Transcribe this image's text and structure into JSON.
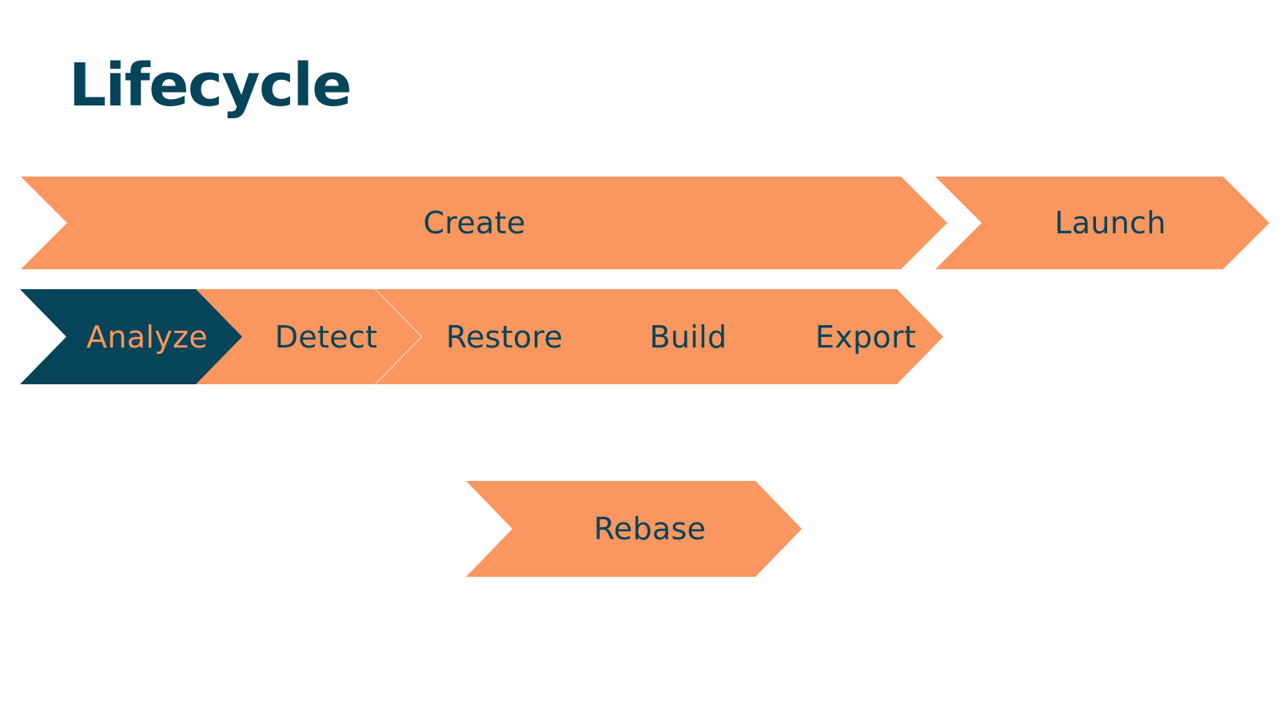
{
  "page": {
    "title": "Lifecycle",
    "background": "#FFFFFF"
  },
  "colors": {
    "accent_orange": "#FA965F",
    "dark_teal": "#064459",
    "white": "#FFFFFF"
  },
  "diagram": {
    "type": "chevron-process-flow",
    "rows": [
      {
        "name": "phases",
        "stages": [
          {
            "label": "Create",
            "fill": "#FA965F",
            "text_color": "#064459",
            "active": false
          },
          {
            "label": "Launch",
            "fill": "#FA965F",
            "text_color": "#064459",
            "active": false
          }
        ]
      },
      {
        "name": "create-sub-steps",
        "stages": [
          {
            "label": "Analyze",
            "fill": "#064459",
            "text_color": "#FA965F",
            "active": true
          },
          {
            "label": "Detect",
            "fill": "#FA965F",
            "text_color": "#064459",
            "active": false
          },
          {
            "label": "Restore",
            "fill": "#FA965F",
            "text_color": "#064459",
            "active": false
          },
          {
            "label": "Build",
            "fill": "#FA965F",
            "text_color": "#064459",
            "active": false
          },
          {
            "label": "Export",
            "fill": "#FA965F",
            "text_color": "#064459",
            "active": false
          }
        ]
      },
      {
        "name": "alternate-flow",
        "stages": [
          {
            "label": "Rebase",
            "fill": "#FA965F",
            "text_color": "#064459",
            "active": false
          }
        ]
      }
    ]
  }
}
